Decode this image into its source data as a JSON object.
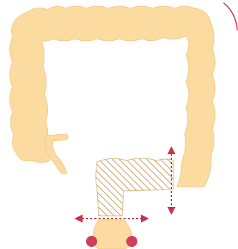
{
  "colors": {
    "tissue": "#fbdba0",
    "tissue_edge": "#f2c983",
    "hatch": "#caa56b",
    "marker": "#c8344a",
    "dot": "#d23d5a",
    "background": "#ffffff"
  },
  "parts": [
    {
      "name": "colon-outline"
    },
    {
      "name": "appendix"
    },
    {
      "name": "resected-segment"
    },
    {
      "name": "rectum"
    },
    {
      "name": "anal-canal"
    }
  ],
  "markers": {
    "vertical_arrow": {
      "icon": "double-arrow-vertical",
      "style": "dashed"
    },
    "horizontal_arrow": {
      "icon": "double-arrow-horizontal",
      "style": "dashed"
    },
    "dots": 2,
    "corner_arc": true
  }
}
